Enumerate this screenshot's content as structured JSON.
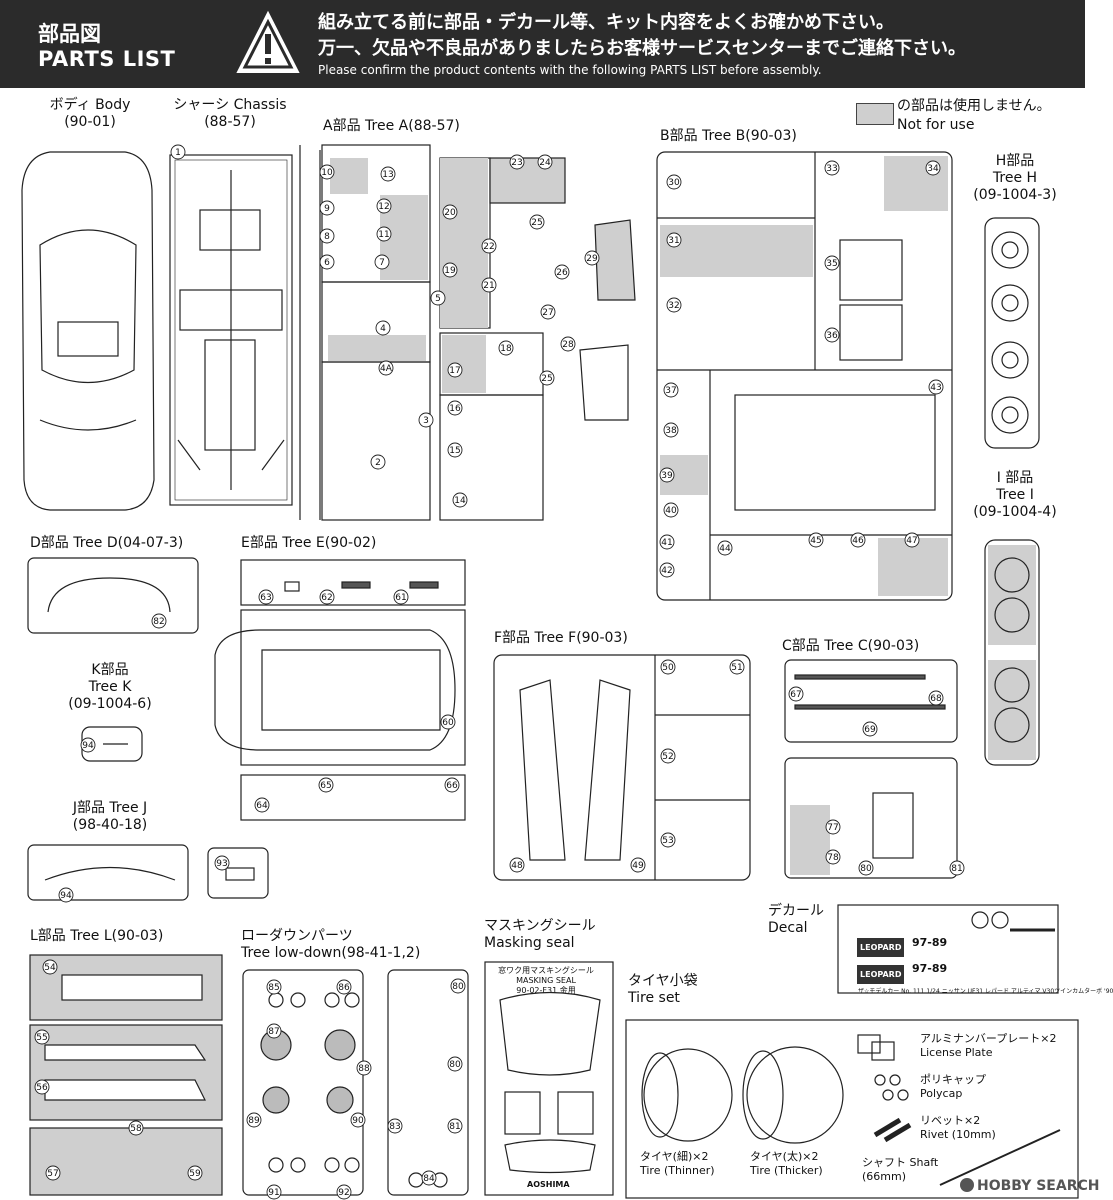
{
  "header": {
    "title": "部品図",
    "subtitle": "PARTS LIST",
    "warning_icon": "warning-triangle-icon",
    "line1": "組み立てる前に部品・デカール等、キット内容をよくお確かめ下さい。",
    "line2": "万一、欠品や不良品がありましたらお客様サービスセンターまでご連絡下さい。",
    "line3": "Please confirm the product contents with the following PARTS LIST before assembly."
  },
  "legend": {
    "jp": "の部品は使用しません。",
    "en": "Not for use"
  },
  "trees": {
    "body": {
      "name": "ボディ Body",
      "code": "(90-01)"
    },
    "chassis": {
      "name": "シャーシ Chassis",
      "code": "(88-57)"
    },
    "a": {
      "name": "A部品 Tree A",
      "code": "(88-57)"
    },
    "b": {
      "name": "B部品 Tree B",
      "code": "(90-03)"
    },
    "h": {
      "name_jp": "H部品",
      "name_en": "Tree H",
      "code": "(09-1004-3)"
    },
    "i": {
      "name_jp": "I 部品",
      "name_en": "Tree I",
      "code": "(09-1004-4)"
    },
    "d": {
      "name": "D部品 Tree D",
      "code": "(04-07-3)"
    },
    "e": {
      "name": "E部品 Tree E",
      "code": "(90-02)"
    },
    "k": {
      "name_jp": "K部品",
      "name_en": "Tree K",
      "code": "(09-1004-6)"
    },
    "f": {
      "name": "F部品 Tree F",
      "code": "(90-03)"
    },
    "c": {
      "name": "C部品 Tree C",
      "code": "(90-03)"
    },
    "j": {
      "name": "J部品 Tree J",
      "code": "(98-40-18)"
    },
    "l": {
      "name": "L部品 Tree L",
      "code": "(90-03)"
    },
    "lowdown": {
      "name_jp": "ローダウンパーツ",
      "name_en": "Tree low-down",
      "code": "(98-41-1,2)"
    },
    "masking": {
      "name_jp": "マスキングシール",
      "name_en": "Masking seal",
      "sheet_title": "窓ワク用マスキングシール",
      "sheet_sub": "MASKING SEAL",
      "sheet_code": "90-02-F31 金用",
      "brand": "AOSHIMA"
    },
    "decal": {
      "name_jp": "デカール",
      "name_en": "Decal",
      "brand": "LEOPARD",
      "plate": "97-89",
      "caption": "ザ☆モデルカー No. 111 1/24 ニッサン UF31 レパード アルティマ V30ツインカムターボ '90"
    },
    "tireset": {
      "name_jp": "タイヤ小袋",
      "name_en": "Tire set"
    }
  },
  "tireset_items": {
    "plate": {
      "jp": "アルミナンバープレート×2",
      "en": "License Plate"
    },
    "polycap": {
      "jp": "ポリキャップ",
      "en": "Polycap"
    },
    "rivet": {
      "jp": "リベット×2",
      "en": "Rivet (10mm)"
    },
    "shaft": {
      "jp": "シャフト Shaft",
      "en": "(66mm)"
    },
    "thin": {
      "jp": "タイヤ(細)×2",
      "en": "Tire (Thinner)"
    },
    "thick": {
      "jp": "タイヤ(太)×2",
      "en": "Tire (Thicker)"
    }
  },
  "watermark": "HOBBY SEARCH",
  "numbers": [
    "1",
    "2",
    "3",
    "4",
    "4A",
    "5",
    "6",
    "7",
    "8",
    "9",
    "10",
    "11",
    "12",
    "13",
    "14",
    "15",
    "16",
    "17",
    "18",
    "19",
    "20",
    "21",
    "22",
    "23",
    "24",
    "25",
    "26",
    "27",
    "28",
    "29",
    "30",
    "31",
    "32",
    "33",
    "34",
    "35",
    "36",
    "37",
    "38",
    "39",
    "40",
    "41",
    "42",
    "43",
    "44",
    "45",
    "46",
    "47",
    "48",
    "49",
    "50",
    "51",
    "52",
    "53",
    "54",
    "55",
    "56",
    "57",
    "58",
    "59",
    "60",
    "61",
    "62",
    "63",
    "64",
    "65",
    "66",
    "67",
    "68",
    "69",
    "77",
    "78",
    "80",
    "81",
    "82",
    "83",
    "84",
    "85",
    "86",
    "87",
    "88",
    "89",
    "90",
    "91",
    "92",
    "93",
    "94"
  ]
}
